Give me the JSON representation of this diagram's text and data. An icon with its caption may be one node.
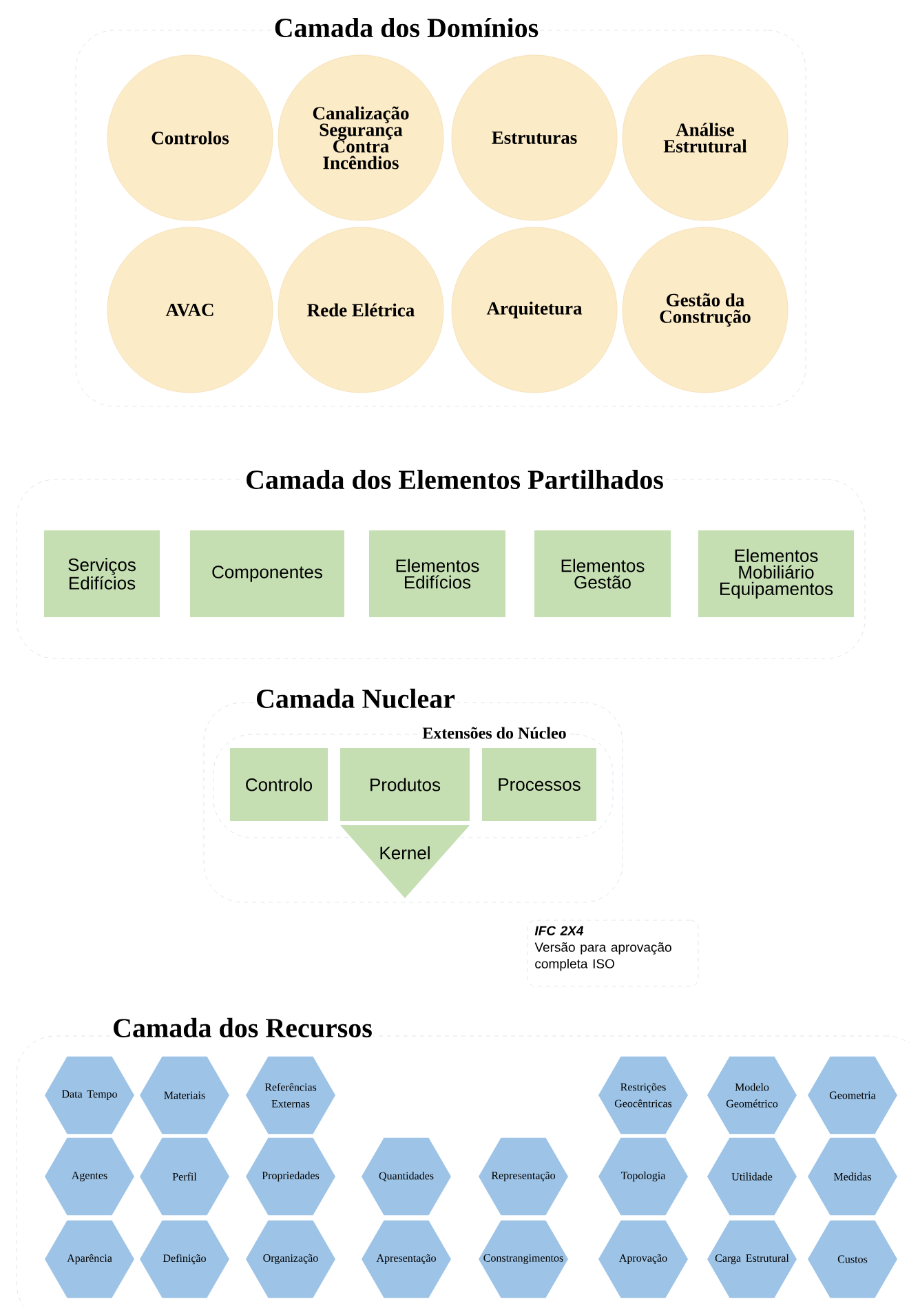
{
  "diagram": {
    "nodes": [
      {
        "text": [
          "Camada dos Domínios"
        ]
      },
      {
        "text": [
          "Controlos"
        ],
        "in": 0
      },
      {
        "text": [
          "Canalização Segurança Contra Incêndios"
        ],
        "in": 0
      },
      {
        "text": [
          "Estruturas"
        ],
        "in": 0
      },
      {
        "text": [
          "Análise Estrutural"
        ],
        "in": 0
      },
      {
        "text": [
          "AVAC"
        ],
        "in": 0
      },
      {
        "text": [
          "Rede Elétrica"
        ],
        "in": 0
      },
      {
        "text": [
          "Arquitetura"
        ],
        "in": 0
      },
      {
        "text": [
          "Gestão da Construção"
        ],
        "in": 0
      },
      {
        "text": [
          "Camada dos Elementos Partilhados"
        ]
      },
      {
        "text": [
          "Serviços Edifícios"
        ],
        "in": 9
      },
      {
        "text": [
          "Componentes"
        ],
        "in": 9
      },
      {
        "text": [
          "Elementos Edifícios"
        ],
        "in": 9
      },
      {
        "text": [
          "Elementos Gestão"
        ],
        "in": 9
      },
      {
        "text": [
          "Elementos Mobiliário Equipamentos"
        ],
        "in": 9
      },
      {
        "text": [
          "Camada Nuclear"
        ]
      },
      {
        "text": [
          "Extensões do Núcleo"
        ],
        "in": 15
      },
      {
        "text": [
          "Controlo"
        ],
        "in": 16
      },
      {
        "text": [
          "Produtos"
        ],
        "in": 16
      },
      {
        "text": [
          "Processos"
        ],
        "in": 16
      },
      {
        "text": [
          "Kernel"
        ],
        "in": 15
      },
      {
        "text": [
          "IFC 2X4",
          "Versão para aprovação completa ISO"
        ]
      },
      {
        "text": [
          "Camada dos Recursos"
        ]
      },
      {
        "text": [
          "Data Tempo"
        ],
        "in": 22
      },
      {
        "text": [
          "Materiais"
        ],
        "in": 22
      },
      {
        "text": [
          "Referências Externas"
        ],
        "in": 22
      },
      {
        "text": [
          "Restrições Geocêntricas"
        ],
        "in": 22
      },
      {
        "text": [
          "Modelo Geométrico"
        ],
        "in": 22
      },
      {
        "text": [
          "Geometria"
        ],
        "in": 22
      },
      {
        "text": [
          "Agentes"
        ],
        "in": 22
      },
      {
        "text": [
          "Perfil"
        ],
        "in": 22
      },
      {
        "text": [
          "Propriedades"
        ],
        "in": 22
      },
      {
        "text": [
          "Quantidades"
        ],
        "in": 22
      },
      {
        "text": [
          "Representação"
        ],
        "in": 22
      },
      {
        "text": [
          "Topologia"
        ],
        "in": 22
      },
      {
        "text": [
          "Utilidade"
        ],
        "in": 22
      },
      {
        "text": [
          "Medidas"
        ],
        "in": 22
      },
      {
        "text": [
          "Aparência"
        ],
        "in": 22
      },
      {
        "text": [
          "Definição"
        ],
        "in": 22
      },
      {
        "text": [
          "Organização"
        ],
        "in": 22
      },
      {
        "text": [
          "Apresentação"
        ],
        "in": 22
      },
      {
        "text": [
          "Constrangimentos"
        ],
        "in": 22
      },
      {
        "text": [
          "Aprovação"
        ],
        "in": 22
      },
      {
        "text": [
          "Carga Estrutural"
        ],
        "in": 22
      },
      {
        "text": [
          "Custos"
        ],
        "in": 22
      }
    ]
  }
}
